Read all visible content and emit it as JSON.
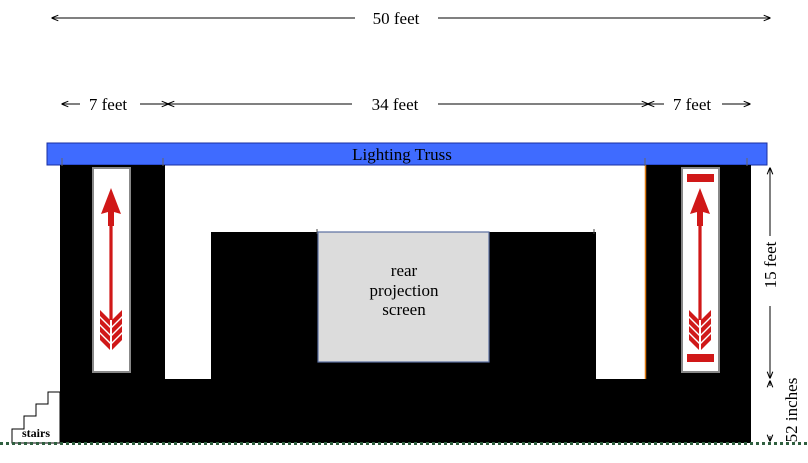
{
  "dimensions": {
    "total_width": "50 feet",
    "left_wing": "7 feet",
    "center_span": "34 feet",
    "right_wing": "7 feet",
    "height": "15 feet",
    "platform_height": "52 inches"
  },
  "labels": {
    "truss": "Lighting Truss",
    "screen_line1": "rear",
    "screen_line2": "projection",
    "screen_line3": "screen",
    "stairs": "stairs"
  },
  "colors": {
    "truss": "#3f6bff",
    "stage": "#000000",
    "screen": "#dcdcdc",
    "banner_red": "#d01818",
    "floor_dots": "#2f5f3f",
    "accent_orange": "#e07a10"
  },
  "icons": {
    "left_banner": "arrow-up-icon",
    "right_banner": "arrow-up-icon"
  }
}
